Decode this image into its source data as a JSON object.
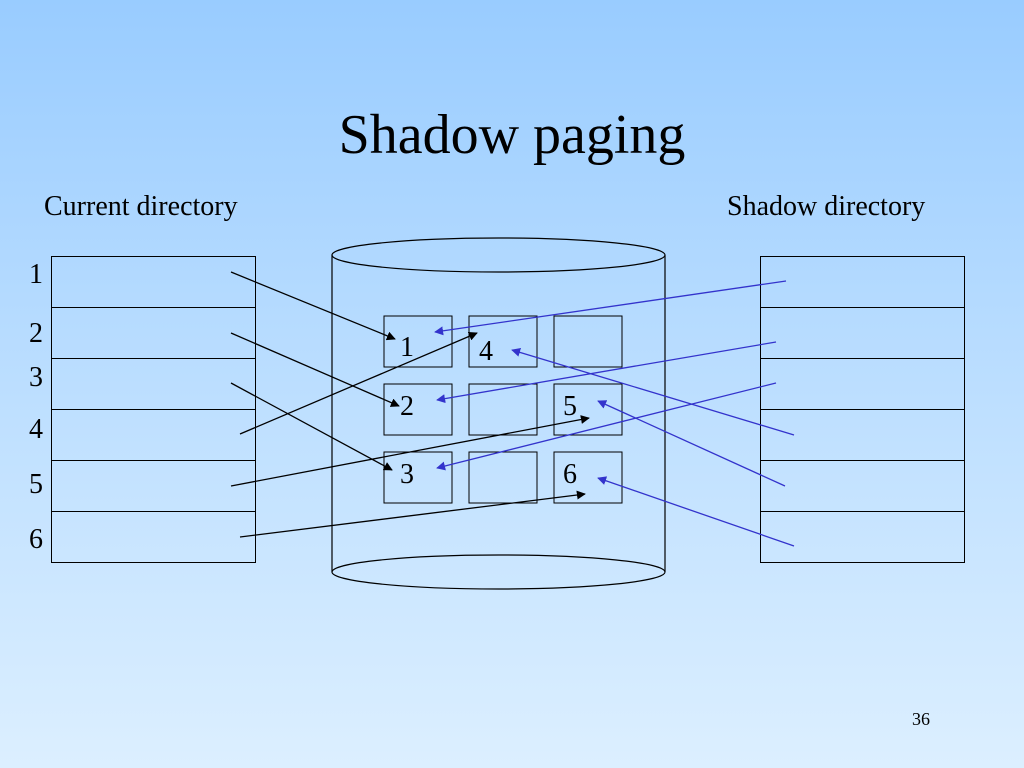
{
  "slide": {
    "title": "Shadow paging",
    "current_label": "Current directory",
    "shadow_label": "Shadow directory",
    "row_numbers": [
      "1",
      "2",
      "3",
      "4",
      "5",
      "6"
    ],
    "page_numbers": [
      "1",
      "4",
      "2",
      "5",
      "3",
      "6"
    ],
    "slide_number": "36"
  },
  "colors": {
    "current_arrows": "#000000",
    "shadow_arrows": "#3333cc"
  }
}
